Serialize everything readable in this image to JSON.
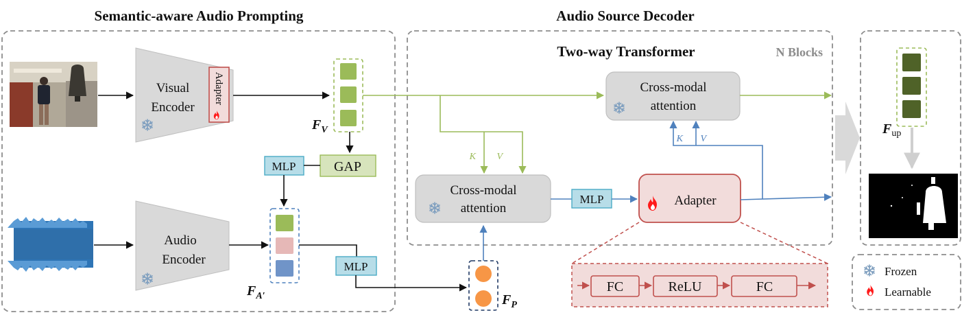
{
  "sections": {
    "prompting_title": "Semantic-aware Audio Prompting",
    "decoder_title": "Audio Source Decoder",
    "transformer_title": "Two-way Transformer",
    "blocks_label": "N Blocks"
  },
  "modules": {
    "visual_encoder": [
      "Visual",
      "Encoder"
    ],
    "audio_encoder": [
      "Audio",
      "Encoder"
    ],
    "encoder_adapter": "Adapter",
    "gap": "GAP",
    "mlp": "MLP",
    "cross_attention": [
      "Cross-modal",
      "attention"
    ],
    "decoder_adapter": "Adapter",
    "fc": "FC",
    "relu": "ReLU"
  },
  "features": {
    "fv": "F",
    "fv_sub": "V",
    "fa": "F",
    "fa_sub": "A′",
    "fp": "F",
    "fp_sub": "P",
    "fup": "F",
    "fup_sub": "up"
  },
  "edge_labels": {
    "k": "K",
    "v": "V"
  },
  "legend": {
    "frozen": "Frozen",
    "learnable": "Learnable"
  },
  "colors": {
    "green_arrow": "#9bbb59",
    "blue_arrow": "#4f81bd",
    "token_green": "#9bbb59",
    "token_pink": "#e6b8b7",
    "token_blue": "#7094c8",
    "token_dark_green": "#4f6228",
    "prompt_orange": "#f79646",
    "adapter_fill": "#f2dcdb",
    "adapter_border": "#c0504d",
    "mlp_fill": "#b7dde8",
    "gap_fill": "#d7e4bc",
    "frozen_fill": "#d9d9d9"
  }
}
